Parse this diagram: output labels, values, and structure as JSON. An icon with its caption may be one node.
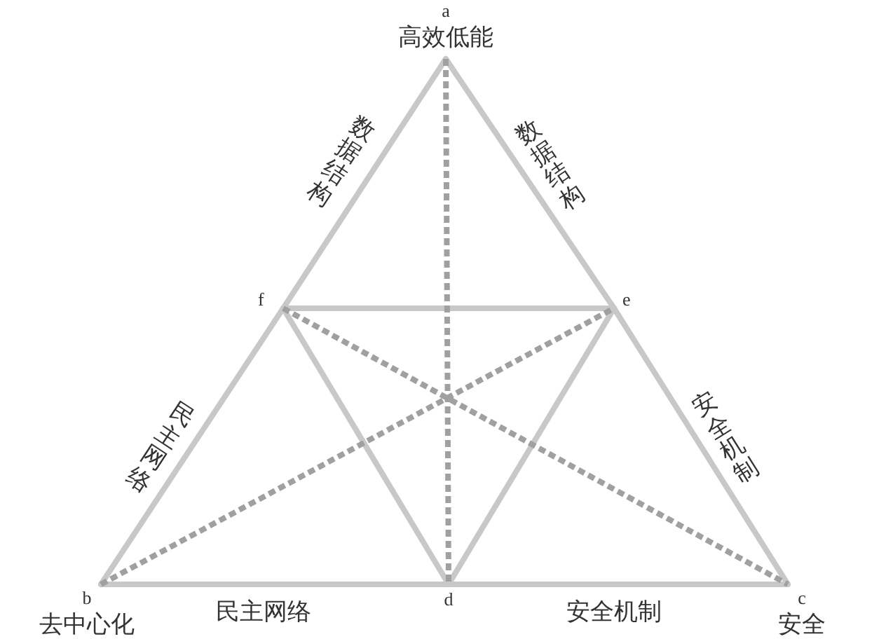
{
  "diagram": {
    "nodes": [
      {
        "text": [
          "a",
          "高效低能"
        ]
      },
      {
        "text": [
          "f"
        ]
      },
      {
        "text": [
          "e"
        ]
      },
      {
        "text": [
          "b",
          "去中心化"
        ]
      },
      {
        "text": [
          "d"
        ]
      },
      {
        "text": [
          "c",
          "安全"
        ]
      }
    ],
    "edges": [
      {
        "from": 0,
        "to": 1,
        "arrow": "none",
        "label": "数据结构"
      },
      {
        "from": 1,
        "to": 3,
        "arrow": "none",
        "label": "民主网络"
      },
      {
        "from": 0,
        "to": 2,
        "arrow": "none",
        "label": "数据结构"
      },
      {
        "from": 2,
        "to": 5,
        "arrow": "none",
        "label": "安全机制"
      },
      {
        "from": 3,
        "to": 4,
        "arrow": "none",
        "label": "民主网络"
      },
      {
        "from": 4,
        "to": 5,
        "arrow": "none",
        "label": "安全机制"
      },
      {
        "from": 1,
        "to": 2,
        "arrow": "none"
      },
      {
        "from": 1,
        "to": 4,
        "arrow": "none"
      },
      {
        "from": 2,
        "to": 4,
        "arrow": "none"
      },
      {
        "from": 0,
        "to": 4,
        "arrow": "none",
        "style": "dashed",
        "color": "#a0a0a0"
      },
      {
        "from": 3,
        "to": 2,
        "arrow": "none",
        "style": "dashed",
        "color": "#a0a0a0"
      },
      {
        "from": 1,
        "to": 5,
        "arrow": "none",
        "style": "dashed",
        "color": "#a0a0a0"
      }
    ]
  }
}
